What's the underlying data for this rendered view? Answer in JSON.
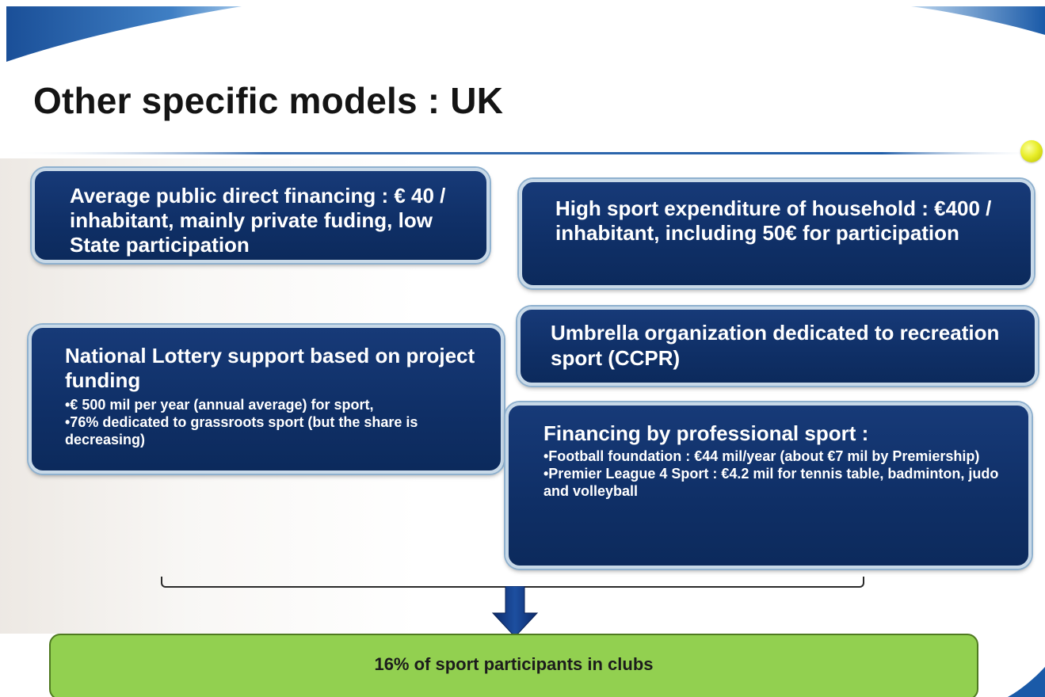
{
  "slide": {
    "title": "Other specific models : UK",
    "accent_color": "#1f5da8",
    "box_color": "#0f2f66",
    "result_color": "#92d050",
    "boxes": {
      "public_financing": {
        "heading": "Average public direct financing : € 40 / inhabitant, mainly private fuding, low State participation"
      },
      "household": {
        "heading": "High sport expenditure of household : €400 / inhabitant, including 50€ for participation"
      },
      "lottery": {
        "heading": "National Lottery support based on project funding",
        "bullets": [
          "•€ 500 mil per year (annual average) for sport,",
          "•76% dedicated to grassroots sport (but the share is decreasing)"
        ]
      },
      "umbrella": {
        "heading": "Umbrella organization dedicated to recreation sport (CCPR)"
      },
      "professional": {
        "heading": "Financing by professional sport :",
        "bullets": [
          "•Football foundation : €44 mil/year (about €7 mil by Premiership)",
          "•Premier League 4 Sport : €4.2 mil for tennis table, badminton, judo and volleyball"
        ]
      }
    },
    "result": "16% of sport participants in clubs"
  }
}
